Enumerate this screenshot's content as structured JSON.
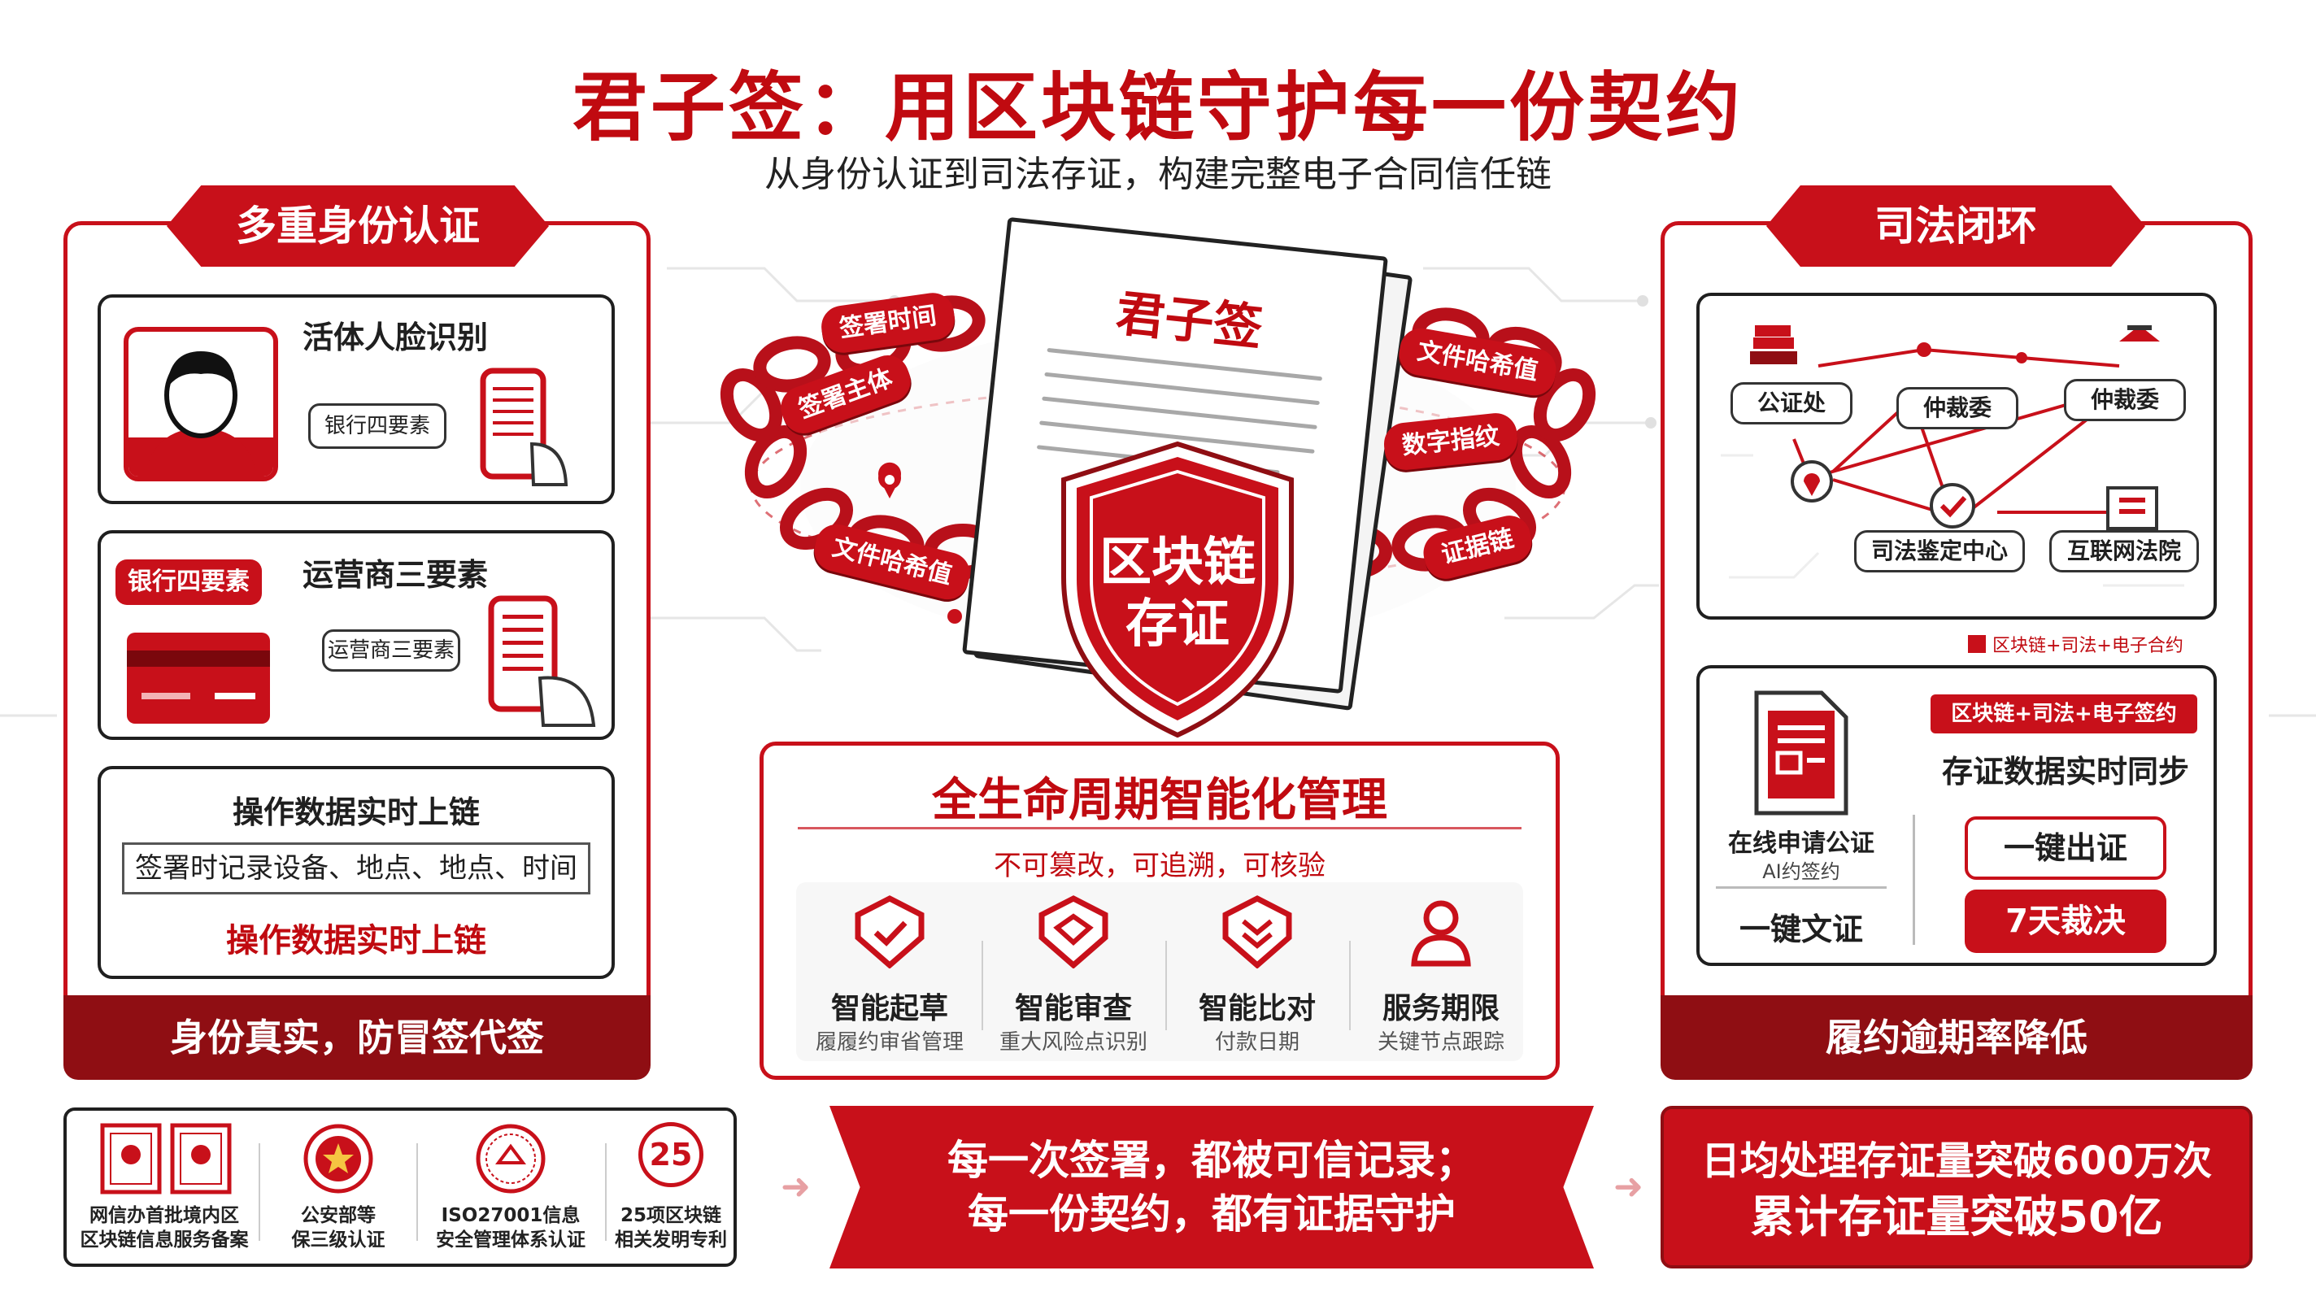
{
  "header": {
    "title": "君子签：用区块链守护每一份契约",
    "subtitle": "从身份认证到司法存证，构建完整电子合同信任链"
  },
  "left_panel": {
    "tab_label": "多重身份认证",
    "face_card": {
      "title": "活体人脸识别",
      "bubble": "银行四要素"
    },
    "operator_card": {
      "tag": "银行四要素",
      "title": "运营商三要素",
      "bubble": "运营商三要素"
    },
    "chain_card": {
      "title": "操作数据实时上链",
      "record_text": "签署时记录设备、地点、地点、时间",
      "emphasis": "操作数据实时上链"
    },
    "footer": "身份真实，防冒签代签"
  },
  "center": {
    "doc_title": "君子签",
    "shield_line1": "区块链",
    "shield_line2": "存证",
    "chain_tags": {
      "sign_time": "签署时间",
      "sign_subject": "签署主体",
      "file_hash_left": "文件哈希值",
      "file_hash_right": "文件哈希值",
      "digital_fingerprint": "数字指纹",
      "evidence_chain": "证据链"
    },
    "lifecycle": {
      "title": "全生命周期智能化管理",
      "subtitle": "不可篡改，可追溯，可核验",
      "features": [
        {
          "name": "智能起草",
          "desc": "履履约审省管理",
          "icon": "shield-check-icon"
        },
        {
          "name": "智能审查",
          "desc": "重大风险点识别",
          "icon": "shield-diamond-icon"
        },
        {
          "name": "智能比对",
          "desc": "付款日期",
          "icon": "shield-chevron-icon"
        },
        {
          "name": "服务期限",
          "desc": "关键节点跟踪",
          "icon": "person-icon"
        }
      ]
    },
    "banner": {
      "line1": "每一次签署，都被可信记录；",
      "line2": "每一份契约，都有证据守护"
    }
  },
  "right_panel": {
    "tab_label": "司法闭环",
    "nodes": {
      "notary": "公证处",
      "arbitration_1": "仲裁委",
      "arbitration_2": "仲裁委",
      "forensic_center": "司法鉴定中心",
      "internet_court": "互联网法院"
    },
    "diagram_caption": "区块链+司法+电子合约",
    "sync_card": {
      "tag": "区块链+司法+电子签约",
      "title": "存证数据实时同步",
      "left_label1": "在线申请公证",
      "left_label2": "AI约签约",
      "left_button": "一键文证",
      "btn_notarize": "一键出证",
      "btn_arbitrate": "7天裁决"
    },
    "footer": "履约逾期率降低"
  },
  "certifications": [
    {
      "label_line1": "网信办首批境内区",
      "label_line2": "区块链信息服务备案",
      "icon": "certificate-icon"
    },
    {
      "label_line1": "公安部等",
      "label_line2": "保三级认证",
      "icon": "police-seal-icon"
    },
    {
      "label_line1": "ISO27001信息",
      "label_line2": "安全管理体系认证",
      "icon": "iso-seal-icon"
    },
    {
      "label_line1": "25项区块链",
      "label_line2": "相关发明专利",
      "icon": "patent-badge-icon",
      "badge": "25"
    }
  ],
  "stats_banner": {
    "line1": "日均处理存证量突破600万次",
    "line2": "累计存证量突破50亿"
  },
  "colors": {
    "primary_red": "#c8101a",
    "dark_red": "#8f0e13",
    "title_red": "#c00a10"
  }
}
